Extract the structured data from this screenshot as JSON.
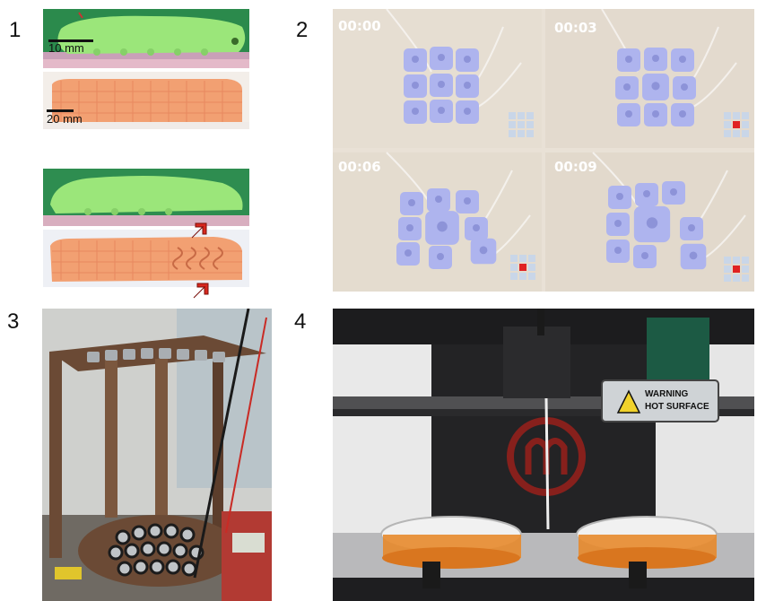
{
  "panel_numbers": [
    "1",
    "2",
    "3",
    "4"
  ],
  "panel1": {
    "scale_top": "10 mm",
    "scale_bottom": "20 mm"
  },
  "panel2": {
    "timestamps": [
      "00:00",
      "00:03",
      "00:06",
      "00:09"
    ]
  },
  "panel4": {
    "warning_line1": "WARNING",
    "warning_line2": "HOT SURFACE"
  },
  "colors": {
    "caterpillar": "#8fe06a",
    "robot_orange": "#f2a072",
    "cube_blue": "#aeb4ee",
    "frame_brown": "#6b4a35",
    "printer_dark": "#1f1f22",
    "agar_orange": "#e78a2c",
    "arrow_red": "#d8281f"
  }
}
